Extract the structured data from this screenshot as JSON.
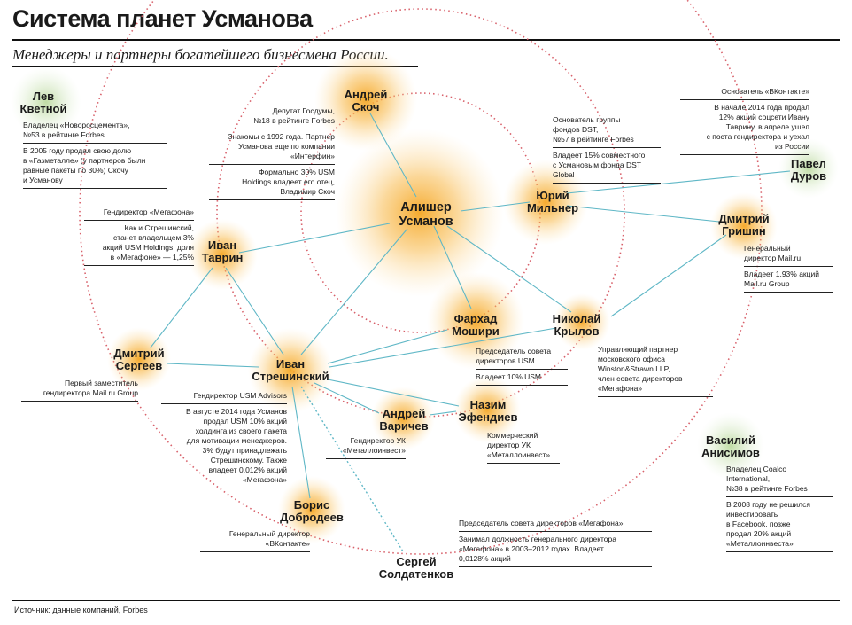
{
  "title": "Система планет Усманова",
  "subtitle": "Менеджеры и партнеры богатейшего бизнесмена России.",
  "source": "Источник: данные компаний, Forbes",
  "colors": {
    "glow": "#f5a623",
    "link": "#5fb7c6",
    "orbit": "#d8606a",
    "lev_glow": "#8bbf5a"
  },
  "people": {
    "usmanov": {
      "name": "Алишер\nУсманов"
    },
    "skoch": {
      "name": "Андрей\nСкоч",
      "notes": [
        "Депутат Госдумы,\n№18 в рейтинге Forbes",
        "Знакомы с 1992 года. Партнер\nУсманова еще по компании\n«Интерфин»",
        "Формально 30% USM\nHoldings владеет его отец,\nВладимир Скоч"
      ]
    },
    "milner": {
      "name": "Юрий\nМильнер",
      "notes": [
        "Основатель группы\nфондов DST,\n№57 в рейтинге Forbes",
        "Владеет 15% совместного\nс Усмановым фонда DST\nGlobal"
      ]
    },
    "durov": {
      "name": "Павел\nДуров",
      "notes": [
        "Основатель «ВКонтакте»",
        "В начале 2014 года продал\n12% акций соцсети Ивану\nТаврину, в апреле ушел\nс поста гендиректора и уехал\nиз России"
      ]
    },
    "grishin": {
      "name": "Дмитрий\nГришин",
      "notes": [
        "Генеральный\nдиректор Mail.ru",
        "Владеет 1,93% акций\nMail.ru Group"
      ]
    },
    "lev": {
      "name": "Лев\nКветной",
      "notes": [
        "Владелец «Новоросцемента»,\n№53 в рейтинге Forbes",
        "В 2005 году продал свою долю\nв «Газметалле» (у партнеров были\nравные пакеты по 30%) Скочу\nи Усманову"
      ]
    },
    "tavrin": {
      "name": "Иван\nТаврин",
      "notes": [
        "Гендиректор «Мегафона»",
        "Как и Стрешинский,\nстанет владельцем 3%\nакций USM Holdings, доля\nв «Мегафоне» — 1,25%"
      ]
    },
    "moshiri": {
      "name": "Фархад\nМошири",
      "notes": [
        "Председатель совета\nдиректоров USM",
        "Владеет 10% USM"
      ]
    },
    "krylov": {
      "name": "Николай\nКрылов",
      "notes": [
        "Управляющий партнер\nмосковского офиса\nWinston&Strawn LLP,\nчлен совета директоров\n«Мегафона»"
      ]
    },
    "sergeev": {
      "name": "Дмитрий\nСергеев",
      "notes": [
        "Первый заместитель\nгендиректора Mail.ru Group"
      ]
    },
    "streshinsky": {
      "name": "Иван\nСтрешинский",
      "notes": [
        "Гендиректор USM Advisors",
        "В августе 2014 года Усманов\nпродал USM 10% акций\nхолдинга из своего пакета\nдля мотивации менеджеров.\n3% будут принадлежать\nСтрешинскому. Также\nвладеет 0,012% акций\n«Мегафона»"
      ]
    },
    "varichev": {
      "name": "Андрей\nВаричев",
      "notes": [
        "Гендиректор УК\n«Металлоинвест»"
      ]
    },
    "efendiev": {
      "name": "Назим\nЭфендиев",
      "notes": [
        "Коммерческий\nдиректор УК\n«Металлоинвест»"
      ]
    },
    "anisimov": {
      "name": "Василий\nАнисимов",
      "notes": [
        "Владелец Coalco\nInternational,\n№38 в рейтинге Forbes",
        "В 2008 году не решился\nинвестировать\nв Facebook, позже\nпродал 20% акций\n«Металлоинвеста»"
      ]
    },
    "dobrodeev": {
      "name": "Борис\nДобродеев",
      "notes": [
        "Генеральный директор\n«ВКонтакте»"
      ]
    },
    "soldatenkov": {
      "name": "Сергей\nСолдатенков",
      "notes": [
        "Председатель совета директоров «Мегафона»",
        "Занимал должность генерального директора\n«Мегафона» в 2003–2012 годах. Владеет\n0,0128% акций"
      ]
    }
  }
}
